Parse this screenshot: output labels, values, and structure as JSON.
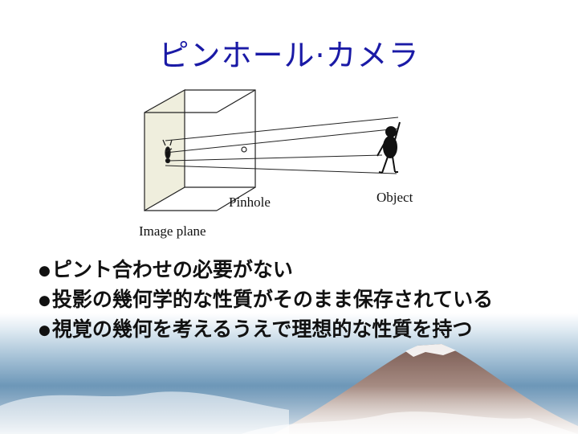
{
  "slide": {
    "title": "ピンホール·カメラ"
  },
  "diagram": {
    "pinhole_label": "Pinhole",
    "object_label": "Object",
    "image_plane_label": "Image plane"
  },
  "bullets": {
    "marker": "●",
    "items": [
      "ピント合わせの必要がない",
      "投影の幾何学的な性質がそのまま保存されている",
      "視覚の幾何を考えるうえで理想的な性質を持つ"
    ]
  },
  "colors": {
    "title": "#1a1aa6",
    "image_plane_fill": "#efeedd"
  }
}
